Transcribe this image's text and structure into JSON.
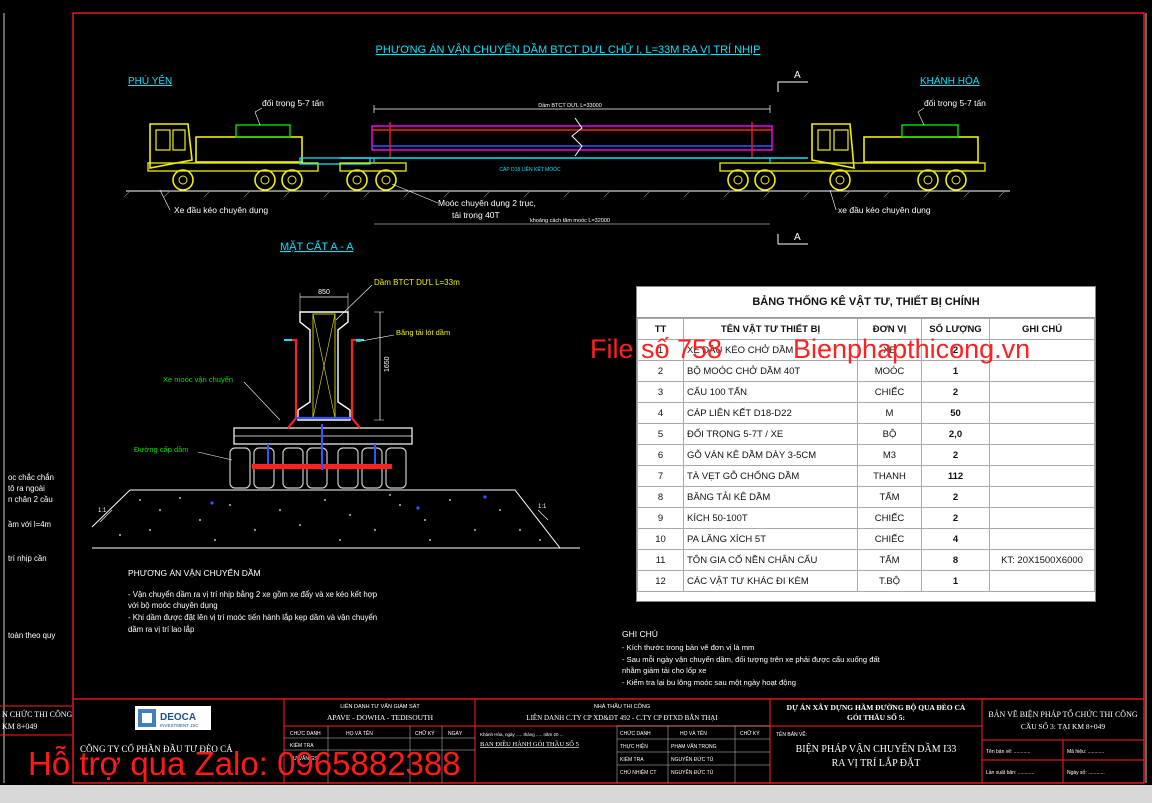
{
  "drawing": {
    "main_title": "PHƯƠNG ÁN VẬN CHUYỂN DẦM BTCT DƯL CHỮ I, L=33M RA VỊ TRÍ NHỊP",
    "left_place": "PHÚ YÊN",
    "right_place": "KHÁNH HÒA",
    "section_mark": "A",
    "counterweight_left": "đối trọng 5-7 tấn",
    "counterweight_right": "đối trọng 5-7 tấn",
    "beam_label": "Dầm BTCT DƯL L=33000",
    "connector_label": "CÁP D18 LIÊN KẾT MOÓC",
    "truck_left": "Xe đầu kéo chuyên dụng",
    "truck_right": "xe đầu kéo chuyên dụng",
    "trailer_line1": "Moóc chuyên dụng 2 trục,",
    "trailer_line2": "tải trọng 40T",
    "trailer_gap": "khoảng cách tâm moóc L=32000",
    "section_title": "MẶT CẮT A - A",
    "sec_beam": "Dầm BTCT DƯL L=33m",
    "sec_width": "850",
    "sec_height": "1650",
    "sec_band": "Băng tải lót dầm",
    "sec_trailer": "Xe moóc vận chuyển",
    "sec_track": "Đường cấp dầm",
    "slope_left": "1:1",
    "slope_right": "1:1",
    "plan_title": "PHƯƠNG ÁN VẬN CHUYỂN DẦM",
    "plan_lines": [
      "- Vận chuyển dầm ra vị trí nhịp bằng 2 xe gồm xe đẩy và xe kéo kết hợp",
      "với bộ moóc chuyên dụng",
      "- Khi dầm được đặt lên vị trí moóc tiến hành lắp kẹp dầm và vận chuyển",
      "dầm ra vị trí lao lắp"
    ],
    "left_notes": [
      "oc chắc chắn",
      "tô ra ngoài",
      "n chân 2 cầu",
      "ầm với l=4m",
      "trí nhịp cần",
      "toàn theo quy"
    ],
    "note_title": "GHI CHÚ",
    "note_lines": [
      "- Kích thước trong bản vẽ đơn vị là mm",
      "- Sau mỗi ngày vận chuyển dầm, đối tượng trên xe phải được cẩu xuống đất",
      "nhằm giảm tải cho lốp xe",
      "- Kiểm tra lại bu lông moóc sau một ngày hoạt động"
    ]
  },
  "table": {
    "title": "BẢNG THỐNG KÊ VẬT TƯ, THIẾT BỊ CHÍNH",
    "headers": [
      "TT",
      "TÊN VẬT TƯ THIẾT BỊ",
      "ĐƠN VỊ",
      "SỐ LƯỢNG",
      "GHI CHÚ"
    ],
    "rows": [
      [
        "1",
        "XE ĐẦU KÉO CHỞ DẦM",
        "XE",
        "2",
        ""
      ],
      [
        "2",
        "BỘ MOÓC CHỞ DẦM 40T",
        "MOÓC",
        "1",
        ""
      ],
      [
        "3",
        "CẨU 100 TẤN",
        "CHIẾC",
        "2",
        ""
      ],
      [
        "4",
        "CÁP LIÊN KẾT D18-D22",
        "M",
        "50",
        ""
      ],
      [
        "5",
        "ĐỐI TRỌNG 5-7T / XE",
        "BỘ",
        "2,0",
        ""
      ],
      [
        "6",
        "GỖ VÁN KÊ DẦM DÀY 3-5CM",
        "M3",
        "2",
        ""
      ],
      [
        "7",
        "TÀ VẸT GỖ CHỐNG DẦM",
        "THANH",
        "112",
        ""
      ],
      [
        "8",
        "BĂNG TẢI KÊ DẦM",
        "TẤM",
        "2",
        ""
      ],
      [
        "9",
        "KÍCH 50-100T",
        "CHIẾC",
        "2",
        ""
      ],
      [
        "10",
        "PA LĂNG XÍCH 5T",
        "CHIẾC",
        "4",
        ""
      ],
      [
        "11",
        "TÔN GIA CỐ NỀN CHÂN CẨU",
        "TẤM",
        "8",
        "KT: 20X1500X6000"
      ],
      [
        "12",
        "CÁC VẬT TƯ KHÁC ĐI KÈM",
        "T.BỘ",
        "1",
        ""
      ]
    ]
  },
  "titleblock": {
    "left_line1": "N CHỨC THI CÔNG",
    "left_line2": "KM 8+049",
    "deoca_name": "DEOCA",
    "deoca_sub": "INVESTMENT JSC",
    "company": "CÔNG TY CỔ PHẦN ĐẦU TƯ ĐÈO CẢ",
    "consult_head": "LIÊN DANH TƯ VẤN GIÁM SÁT",
    "consult_name": "APAVE - DOWHA - TEDISOUTH",
    "consult_cols": [
      "CHỨC DANH",
      "HỌ VÀ TÊN",
      "CHỮ KÝ",
      "NGÀY"
    ],
    "consult_rows": [
      "KIỂM TRA",
      "TƯ VẤN GS"
    ],
    "contractor_head": "NHÀ THẦU THI CÔNG",
    "contractor_name": "LIÊN DANH C.TY CP XD&ĐT 492 - C.TY CP ĐTXD BẮN THẠI",
    "contractor_small": "Khánh Hòa, ngày ..... tháng ..... năm 20 ...",
    "contractor_board": "BAN ĐIỀU HÀNH GÓI THẦU SỐ 5",
    "staff_cols": [
      "CHỨC DANH",
      "HỌ VÀ TÊN",
      "CHỮ KÝ"
    ],
    "staff_rows": [
      [
        "THỰC HIỆN",
        "PHẠM VĂN TRỌNG"
      ],
      [
        "KIỂM TRA",
        "NGUYỄN ĐỨC TÚ"
      ],
      [
        "CHỦ NHIỆM CT",
        "NGUYỄN ĐỨC TÚ"
      ]
    ],
    "project_line1": "DỰ ÁN XÂY DỰNG HẦM ĐƯỜNG BỘ QUA ĐÈO CẢ",
    "project_line2": "GÓI THẦU SỐ 5:",
    "sheet_label": "TÊN BẢN VẼ:",
    "sheet_line1": "BIỆN PHÁP VẬN CHUYỂN DẦM I33",
    "sheet_line2": "RA VỊ TRÍ LẮP ĐẶT",
    "right_line1": "BẢN VẼ BIỆN PHÁP TỔ CHỨC THI CÔNG",
    "right_line2": "CẦU SỐ 3: TẠI KM 8+049",
    "meta": [
      "Tên bản vẽ: ............",
      "Mã hiệu: ............",
      "Lần xuất bản: ............",
      "Ngày số: ............"
    ]
  },
  "watermark": {
    "file_no": "File số 758",
    "site": "Bienphapthicong.vn",
    "zalo": "Hỗ trợ qua Zalo: 0965882388"
  },
  "colors": {
    "cyan": "#00e5ff",
    "yellow": "#f0f000",
    "red": "#ff2020",
    "magenta": "#ff00ff",
    "blue": "#3355ff",
    "white": "#ffffff",
    "green": "#00e000"
  }
}
